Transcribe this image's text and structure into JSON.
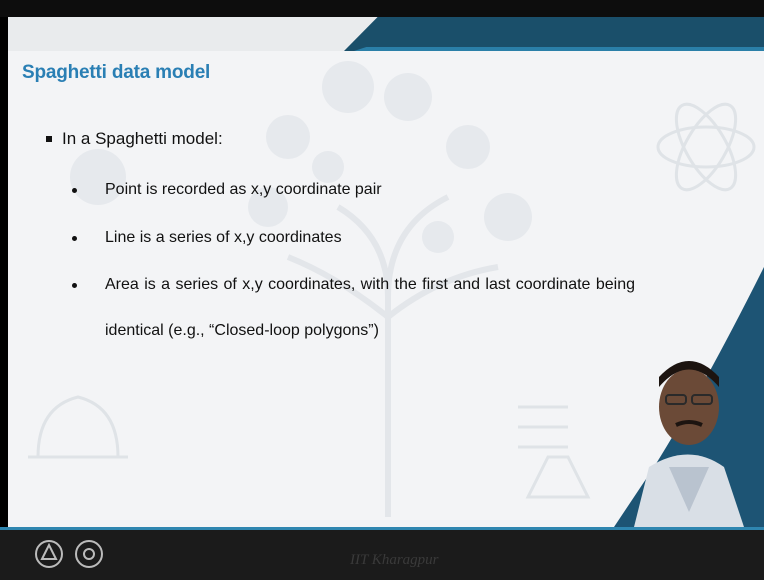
{
  "slide": {
    "title": "Spaghetti data model",
    "main_bullet": "In a Spaghetti model:",
    "sub_bullets": [
      "Point is recorded as x,y coordinate pair",
      "Line is a series of x,y coordinates",
      "Area is a series of x,y coordinates, with the first and last coordinate being identical (e.g., “Closed-loop polygons”)"
    ]
  },
  "footer": {
    "text": "IIT Kharagpur"
  },
  "colors": {
    "title": "#2a7fb4",
    "header_stripe": "#1a4f6a",
    "accent": "#2f86b0",
    "footer_bg": "#1b1b1b"
  }
}
